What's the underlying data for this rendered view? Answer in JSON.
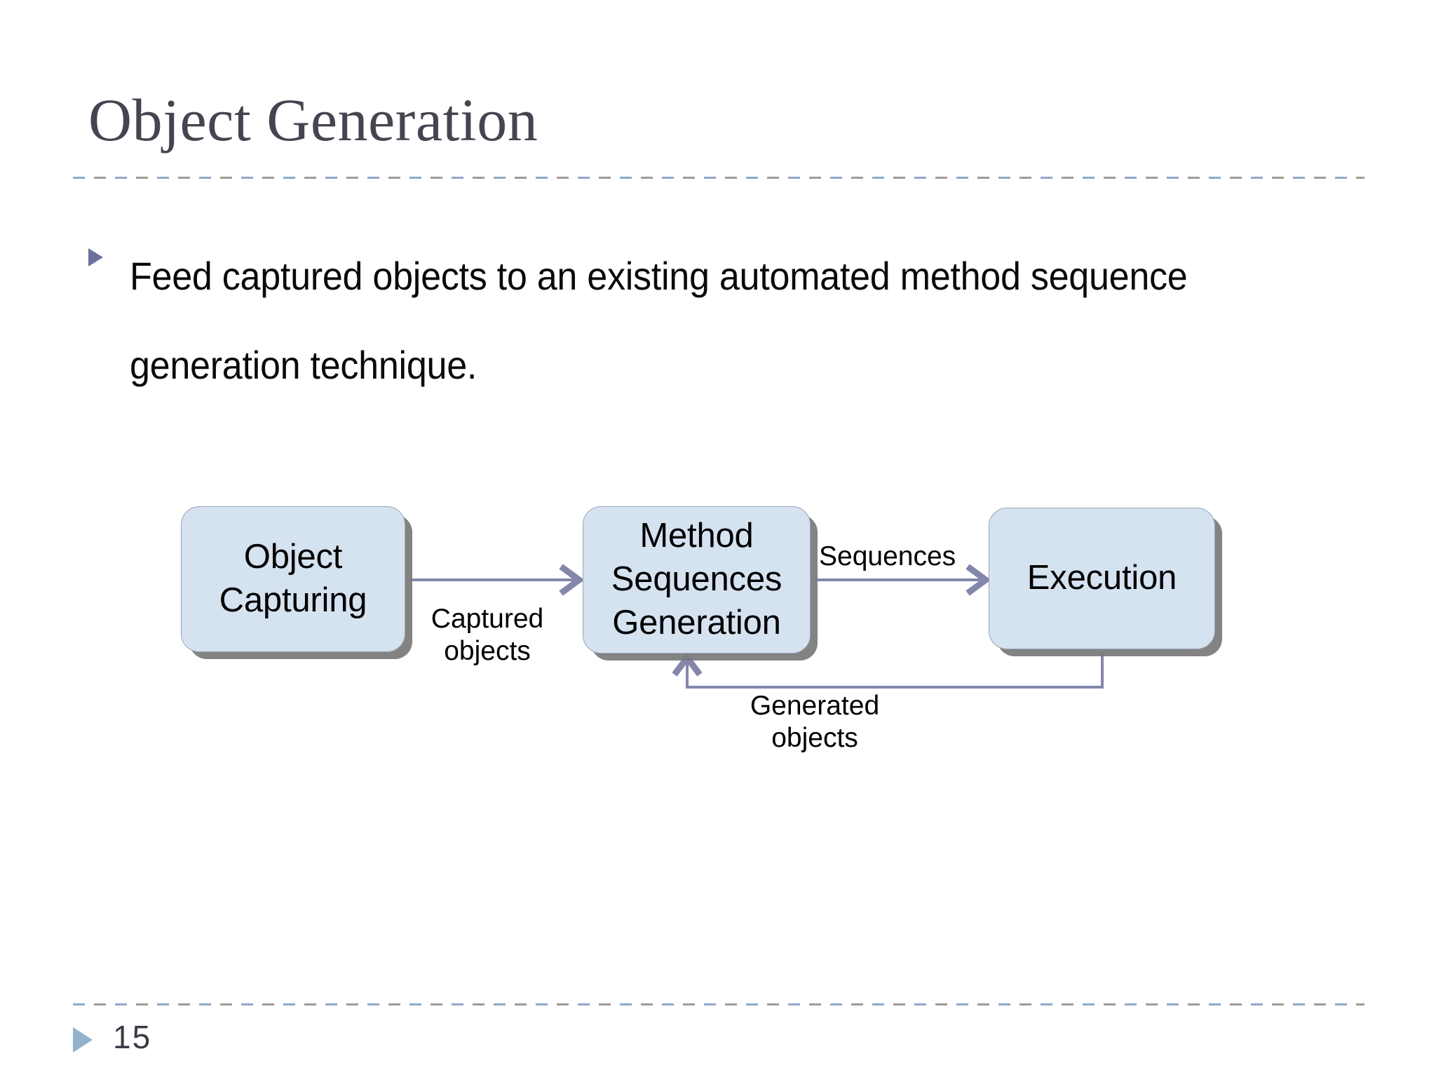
{
  "slide": {
    "title": "Object Generation",
    "page_number": "15",
    "bullet": {
      "marker": "triangle-bullet",
      "text": "Feed captured objects to an existing automated method sequence generation technique."
    }
  },
  "colors": {
    "title_text": "#454551",
    "body_text": "#0a0a0a",
    "bullet_marker": "#6d719e",
    "box_fill": "#d5e2f0",
    "box_border": "#9aa5b3",
    "box_shadow": "#787878",
    "arrow": "#8487ab",
    "rule_blue": "#8ea9c8",
    "rule_gray": "#9c9c9c",
    "footer_marker": "#93b2cc",
    "footer_text": "#3b3b46"
  },
  "chart_data": {
    "type": "diagram",
    "title": "Object Generation pipeline",
    "nodes": [
      {
        "id": "capture",
        "label": "Object\nCapturing",
        "lines": [
          "Object",
          "Capturing"
        ]
      },
      {
        "id": "msg",
        "label": "Method\nSequences\nGeneration",
        "lines": [
          "Method",
          "Sequences",
          "Generation"
        ]
      },
      {
        "id": "exec",
        "label": "Execution",
        "lines": [
          "Execution"
        ]
      }
    ],
    "edges": [
      {
        "from": "capture",
        "to": "msg",
        "label": "Captured\nobjects",
        "label_lines": [
          "Captured",
          "objects"
        ],
        "direction": "right"
      },
      {
        "from": "msg",
        "to": "exec",
        "label": "Sequences",
        "label_lines": [
          "Sequences"
        ],
        "direction": "right"
      },
      {
        "from": "exec",
        "to": "msg",
        "label": "Generated\nobjects",
        "label_lines": [
          "Generated",
          "objects"
        ],
        "direction": "feedback-up"
      }
    ]
  },
  "diagram": {
    "box_capture_line1": "Object",
    "box_capture_line2": "Capturing",
    "box_msg_line1": "Method",
    "box_msg_line2": "Sequences",
    "box_msg_line3": "Generation",
    "box_exec_line1": "Execution",
    "label_captured": "Captured\nobjects",
    "label_sequences": "Sequences",
    "label_generated": "Generated\nobjects"
  }
}
